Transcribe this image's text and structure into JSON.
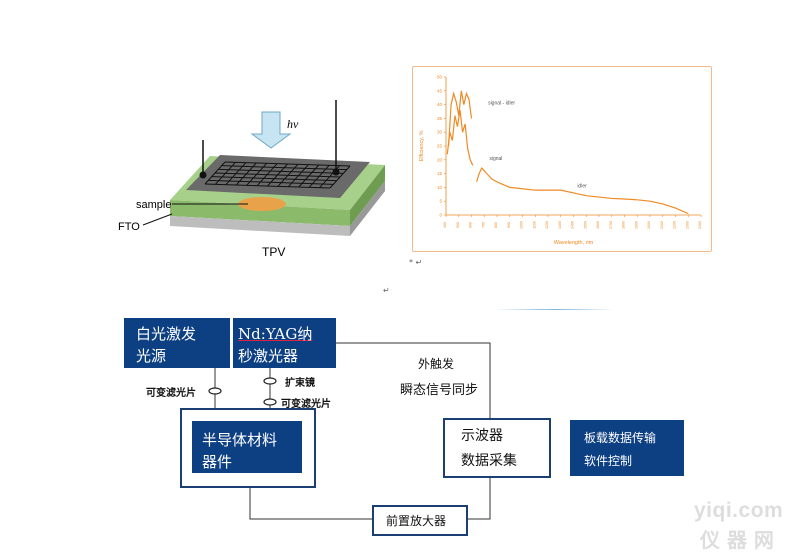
{
  "device": {
    "hv_label": "hv",
    "sample_label": "sample",
    "fto_label": "FTO",
    "tpv_label": "TPV"
  },
  "chart_data": {
    "type": "line",
    "xlabel": "Wavelength, nm",
    "ylabel": "Efficiency, %",
    "xlim": [
      400,
      2400
    ],
    "ylim": [
      0,
      50
    ],
    "x_ticks": [
      "400",
      "500",
      "600",
      "700",
      "800",
      "900",
      "1000",
      "1100",
      "1200",
      "1300",
      "1400",
      "1500",
      "1600",
      "1700",
      "1800",
      "1900",
      "2000",
      "2100",
      "2200",
      "2300",
      "2400"
    ],
    "y_ticks": [
      "0",
      "5",
      "10",
      "15",
      "20",
      "25",
      "30",
      "35",
      "40",
      "45",
      "50"
    ],
    "series": [
      {
        "name": "signal - idler",
        "x": [
          420,
          440,
          460,
          480,
          500,
          520,
          540,
          560,
          580,
          600
        ],
        "y": [
          25,
          40,
          44,
          41,
          36,
          45,
          40,
          44,
          42,
          35
        ]
      },
      {
        "name": "",
        "x": [
          410,
          430,
          450,
          470,
          490,
          510,
          530,
          550,
          570,
          590,
          610
        ],
        "y": [
          22,
          30,
          27,
          36,
          32,
          38,
          30,
          33,
          24,
          20,
          18
        ]
      },
      {
        "name": "signal",
        "x": [
          640,
          660,
          680,
          700,
          720,
          760,
          800,
          850,
          900,
          1000,
          1100,
          1200,
          1300,
          1400,
          1500,
          1600,
          1700,
          1800,
          1900,
          2000,
          2100,
          2200,
          2300
        ],
        "y": [
          12,
          15,
          17,
          16,
          15,
          13,
          12,
          11,
          10,
          9.5,
          9,
          9,
          9,
          8,
          7,
          6.5,
          6,
          5.8,
          5.5,
          5,
          4,
          2.5,
          0.5
        ]
      }
    ],
    "annotations": [
      {
        "text": "signal - idler",
        "x": 730,
        "y": 40
      },
      {
        "text": "signal",
        "x": 740,
        "y": 20
      },
      {
        "text": "idler",
        "x": 1430,
        "y": 10
      }
    ]
  },
  "stray_marks": {
    "a": "* ↵",
    "b": "↵"
  },
  "flow": {
    "white_light": "白光激发光源",
    "white_light_l1": "白光激发",
    "white_light_l2": "光源",
    "laser_l1": "Nd:YAG纳",
    "laser_l2": "秒激光器",
    "filter_left": "可变滤光片",
    "beam_expander": "扩束镜",
    "filter_right": "可变滤光片",
    "semiconductor_l1": "半导体材料",
    "semiconductor_l2": "器件",
    "ext_trigger": "外触发",
    "sync": "瞬态信号同步",
    "osc_l1": "示波器",
    "osc_l2": "数据采集",
    "board_l1": "板载数据传输",
    "board_l2": "软件控制",
    "preamp": "前置放大器"
  },
  "watermark": {
    "line1": "yiqi.com",
    "line2": "仪 器 网"
  }
}
